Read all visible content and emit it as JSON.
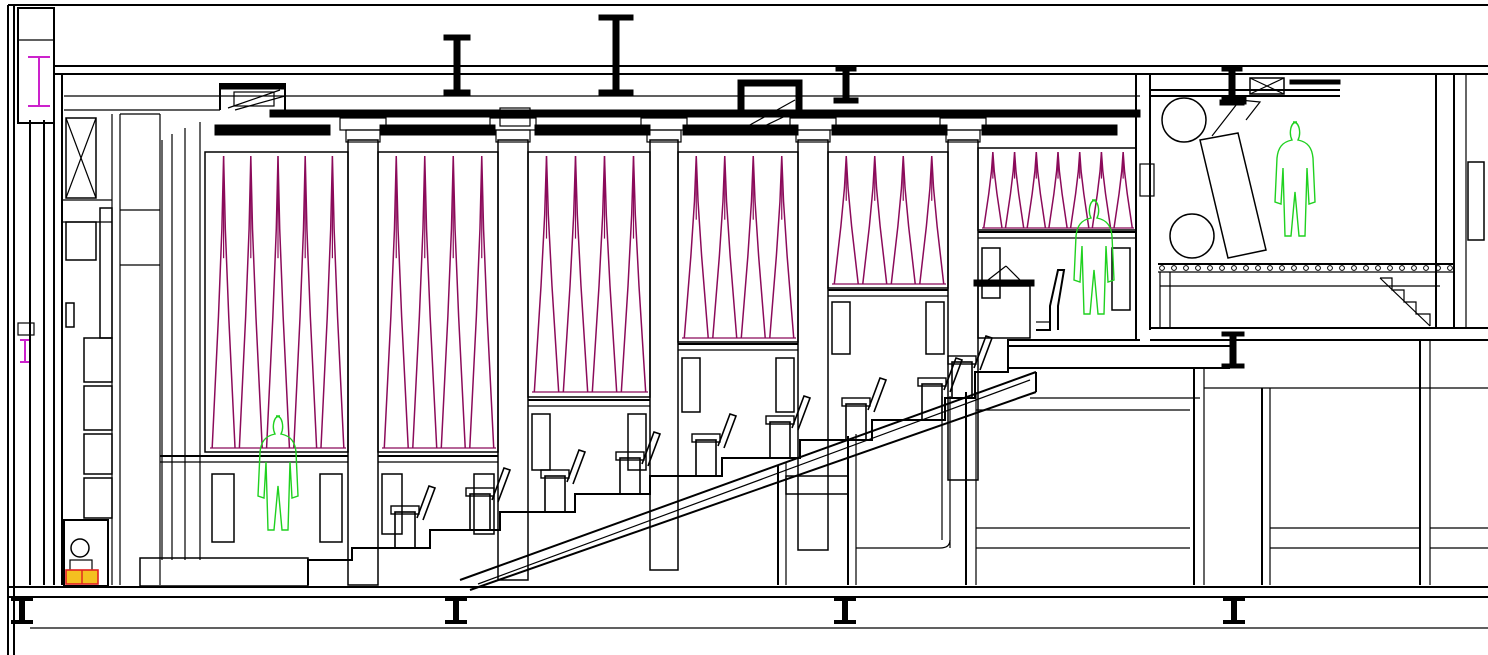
{
  "diagram": {
    "kind": "architectural-section",
    "colors": {
      "background": "#ffffff",
      "line": "#000000",
      "drapery": "#8b0a5a",
      "human_figure": "#1fd11f",
      "steel_beam_marker": "#cc22cc",
      "equipment_marker": "#e02020",
      "equipment_fill": "#f4c020"
    },
    "elements": {
      "bays": 6,
      "human_figures": 3,
      "seat_rows": 9,
      "floor_beams": 4,
      "roof_beams": 4,
      "spotlights": 3
    }
  }
}
